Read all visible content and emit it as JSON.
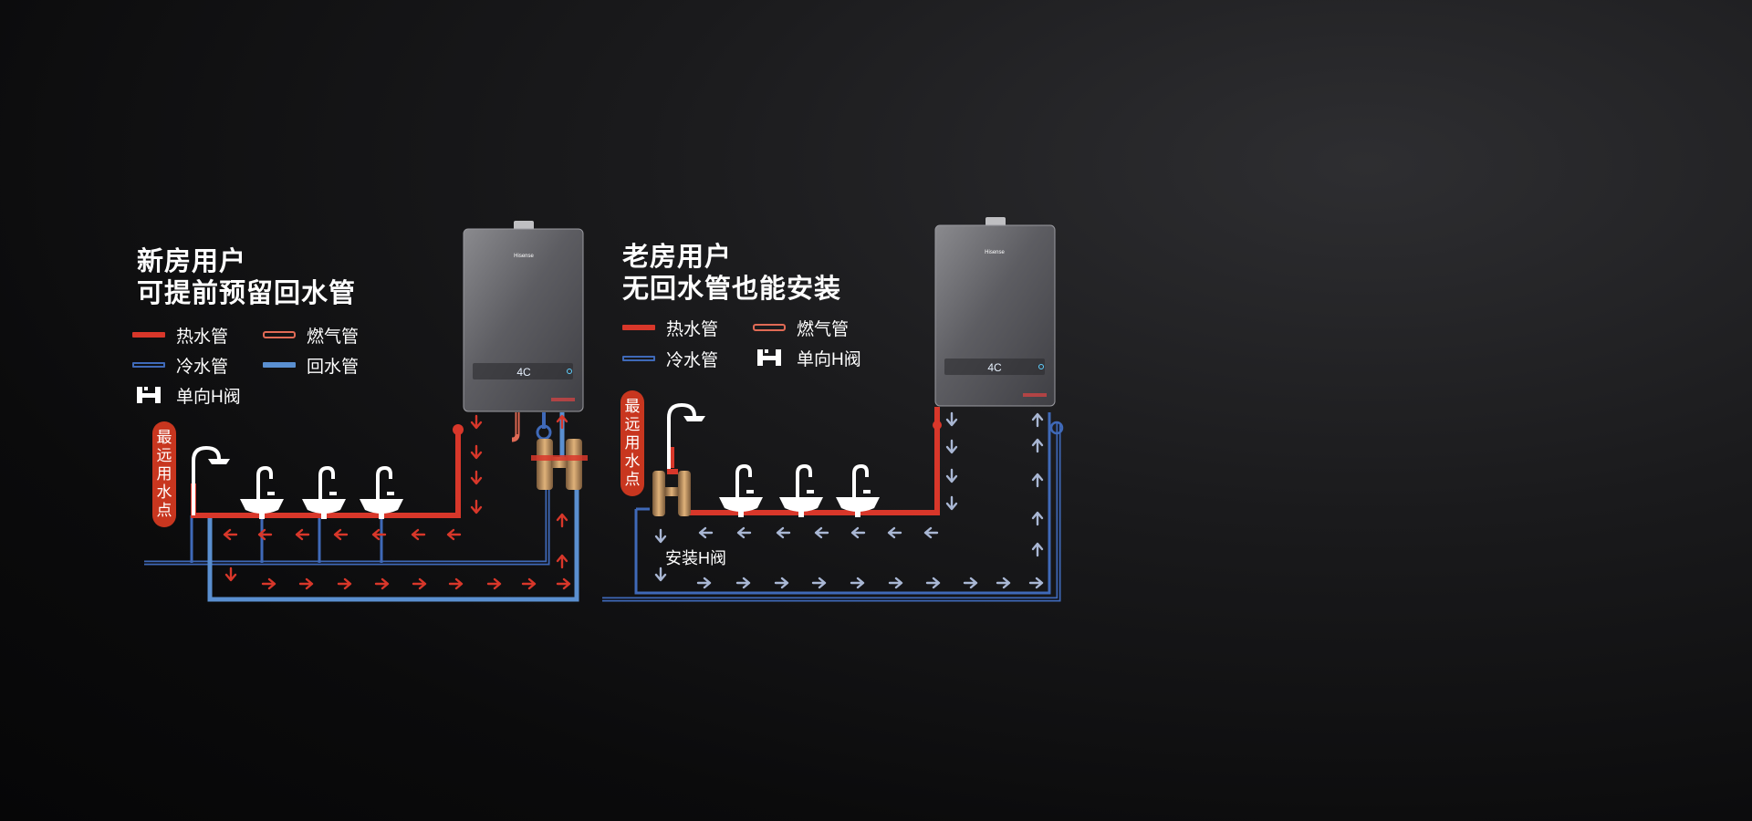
{
  "left": {
    "title_line1": "新房用户",
    "title_line2": "可提前预留回水管",
    "legend": {
      "hot": "热水管",
      "gas": "燃气管",
      "cold": "冷水管",
      "return": "回水管",
      "valve": "单向H阀"
    },
    "far_point": [
      "最",
      "远",
      "用",
      "水",
      "点"
    ]
  },
  "right": {
    "title_line1": "老房用户",
    "title_line2": "无回水管也能安装",
    "legend": {
      "hot": "热水管",
      "gas": "燃气管",
      "cold": "冷水管",
      "valve": "单向H阀"
    },
    "far_point": [
      "最",
      "远",
      "用",
      "水",
      "点"
    ],
    "install_note": "安装H阀"
  },
  "heater": {
    "brand": "Hisense",
    "display": "4C"
  },
  "colors": {
    "hot": "#d8372a",
    "cold": "#3f69b8",
    "return": "#5a8fd0",
    "gas": "#e06a55",
    "arrow_hot": "#d8372a",
    "arrow_cold": "#a9b7d4"
  }
}
